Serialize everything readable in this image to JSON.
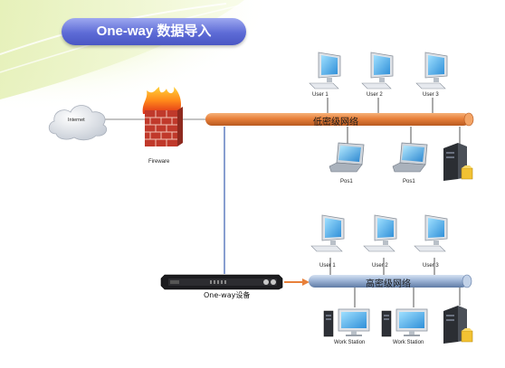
{
  "title": "One-way  数据导入",
  "internet": {
    "label": "Internet"
  },
  "firewall": {
    "label": "Fireware"
  },
  "low_network": {
    "label": "低密级网络",
    "users": [
      "User 1",
      "User 2",
      "User 3"
    ],
    "laptops": [
      "Pos1",
      "Pos1"
    ]
  },
  "oneway_device": {
    "label": "One-way设备"
  },
  "high_network": {
    "label": "高密级网络",
    "users": [
      "User 1",
      "User 2",
      "User 3"
    ],
    "workstations": [
      "Work Station",
      "Work Station"
    ]
  },
  "colors": {
    "low_pipe": "#e8803a",
    "high_pipe": "#9db4d6",
    "title_pill": "#5d6bd6",
    "link_line": "#3a5db0"
  }
}
